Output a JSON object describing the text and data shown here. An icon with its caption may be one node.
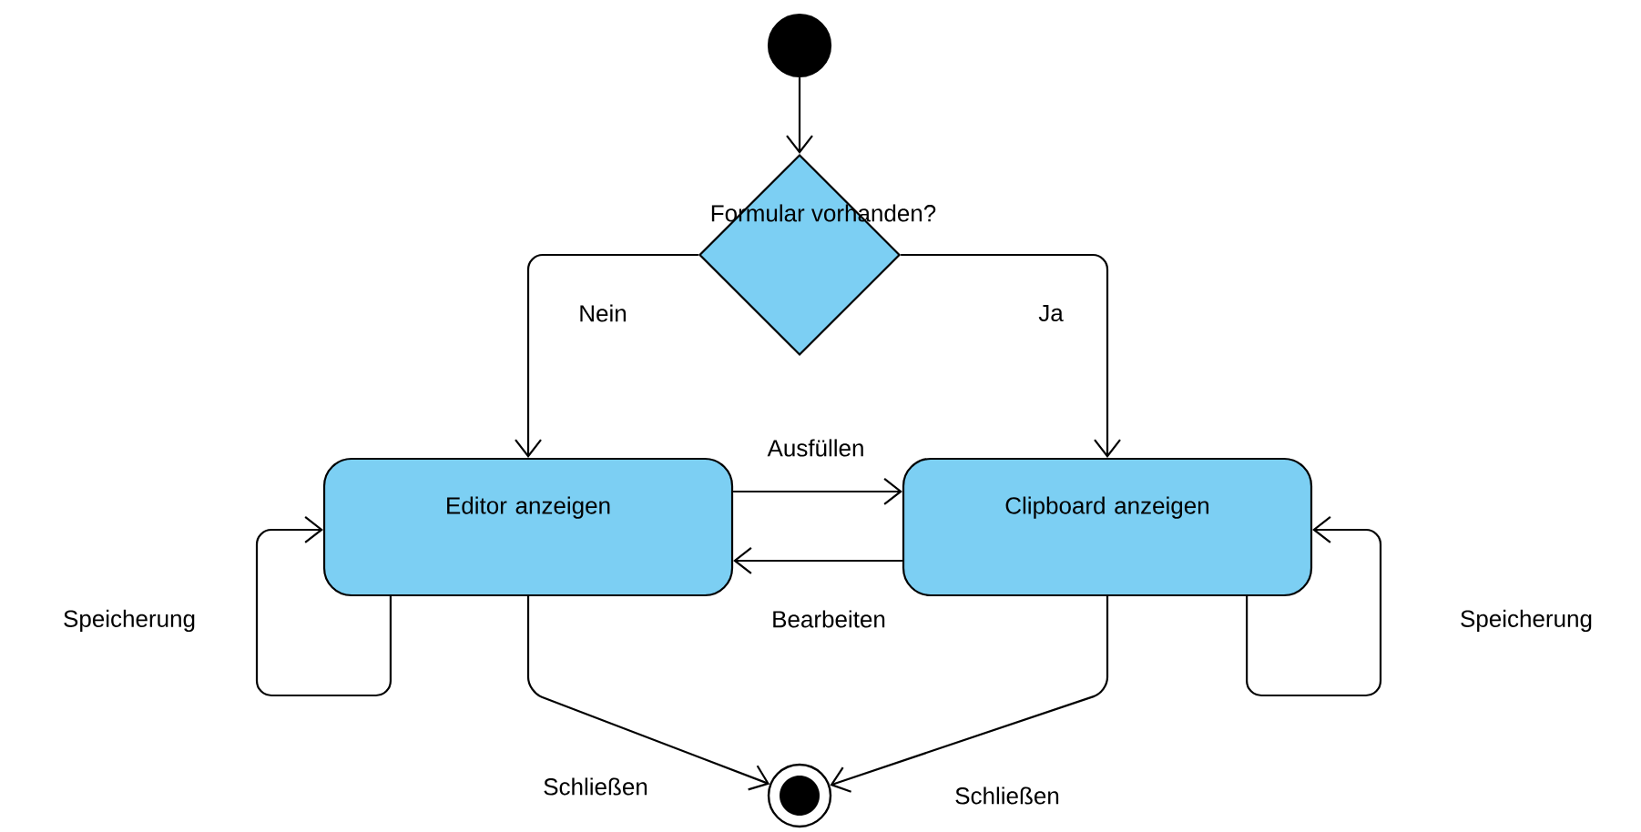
{
  "diagram": {
    "nodes": [
      {
        "text": [],
        "shape": "circle"
      },
      {
        "text": [
          "Formular vorhanden?"
        ]
      },
      {
        "text": [
          "Editor anzeigen"
        ]
      },
      {
        "text": [
          "Clipboard anzeigen"
        ]
      },
      {
        "text": [],
        "shape": "bullseye"
      }
    ],
    "edges": [
      {
        "from": 0,
        "to": 1,
        "arrow": "to"
      },
      {
        "from": 1,
        "to": 2,
        "arrow": "to",
        "label": "Nein"
      },
      {
        "from": 1,
        "to": 3,
        "arrow": "to",
        "label": "Ja"
      },
      {
        "from": 2,
        "to": 3,
        "arrow": "to",
        "label": "Ausfüllen"
      },
      {
        "from": 3,
        "to": 2,
        "arrow": "to",
        "label": "Bearbeiten"
      },
      {
        "from": 2,
        "to": 2,
        "arrow": "to",
        "label": "Speicherung"
      },
      {
        "from": 3,
        "to": 3,
        "arrow": "to",
        "label": "Speicherung"
      },
      {
        "from": 2,
        "to": 4,
        "arrow": "to",
        "label": "Schließen"
      },
      {
        "from": 3,
        "to": 4,
        "arrow": "to",
        "label": "Schließen"
      }
    ]
  }
}
